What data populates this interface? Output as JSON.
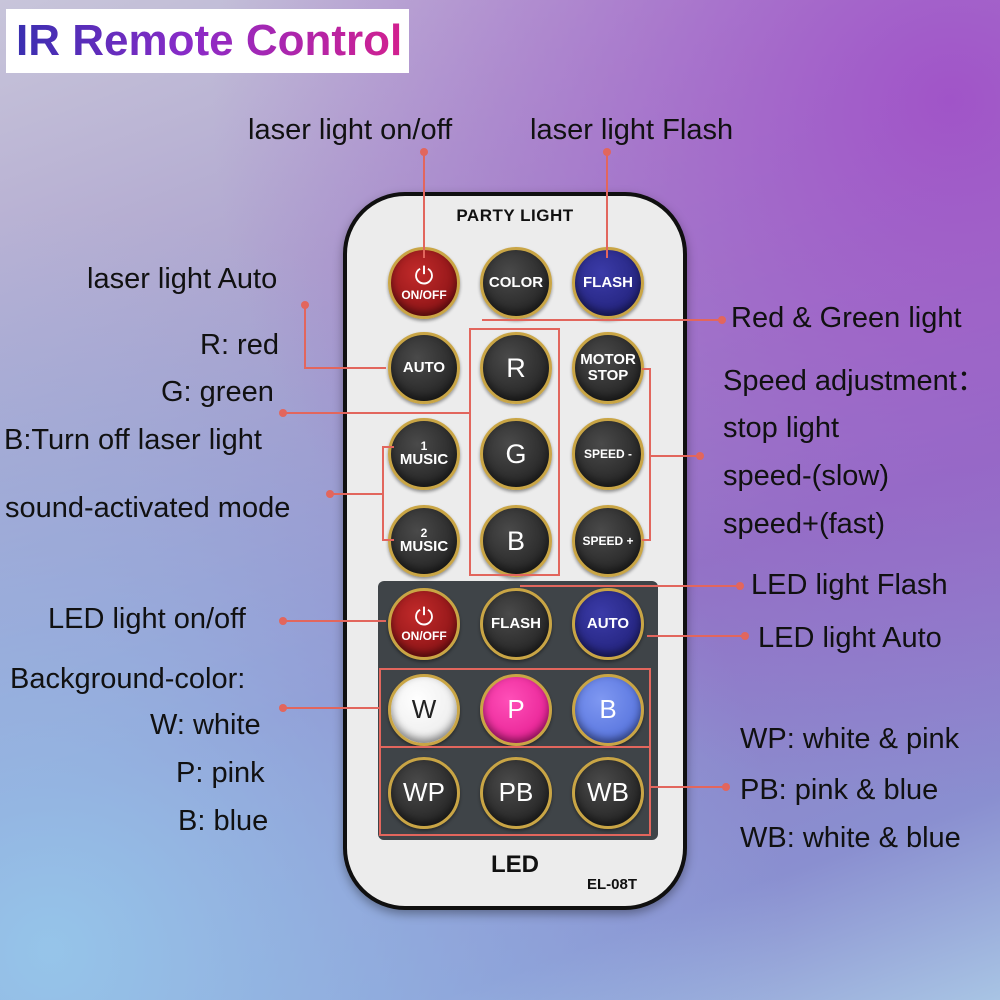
{
  "title": "IR Remote Control",
  "labels": {
    "laser_on_off": "laser light on/off",
    "laser_flash": "laser light Flash",
    "laser_auto": "laser light Auto",
    "r_red": "R: red",
    "g_green": "G: green",
    "b_off": "B:Turn off laser light",
    "sound_mode": "sound-activated mode",
    "red_green": "Red & Green light",
    "speed_adj": "Speed adjustment：",
    "stop_light": "stop light",
    "speed_slow": "speed-(slow)",
    "speed_fast": "speed+(fast)",
    "led_flash": "LED light Flash",
    "led_on_off": "LED light on/off",
    "led_auto": "LED light Auto",
    "bg_color": "Background-color:",
    "w_white": "W: white",
    "p_pink": "P: pink",
    "b_blue": "B: blue",
    "wp": "WP: white & pink",
    "pb": "PB: pink & blue",
    "wb": "WB: white & blue"
  },
  "remote": {
    "brand": "PARTY LIGHT",
    "led_text": "LED",
    "model": "EL-08T",
    "buttons": {
      "on_off": "ON/OFF",
      "color": "COLOR",
      "flash": "FLASH",
      "auto": "AUTO",
      "r": "R",
      "motor": "MOTOR",
      "stop": "STOP",
      "music_1_num": "1",
      "music_2_num": "2",
      "music": "MUSIC",
      "g": "G",
      "speed_minus": "SPEED -",
      "b": "B",
      "speed_plus": "SPEED +",
      "led_on_off": "ON/OFF",
      "led_flash": "FLASH",
      "led_auto": "AUTO",
      "w": "W",
      "p": "P",
      "b2": "B",
      "wp": "WP",
      "pb": "PB",
      "wb": "WB"
    }
  },
  "colors": {
    "callout": "#e2665d",
    "button_rim": "#c9a545",
    "red_button": "#9b1a1e",
    "blue_button": "#2a2a8c",
    "pink_button": "#f0299e",
    "light_blue_button": "#5f7fe6",
    "panel": "#3f4448"
  }
}
